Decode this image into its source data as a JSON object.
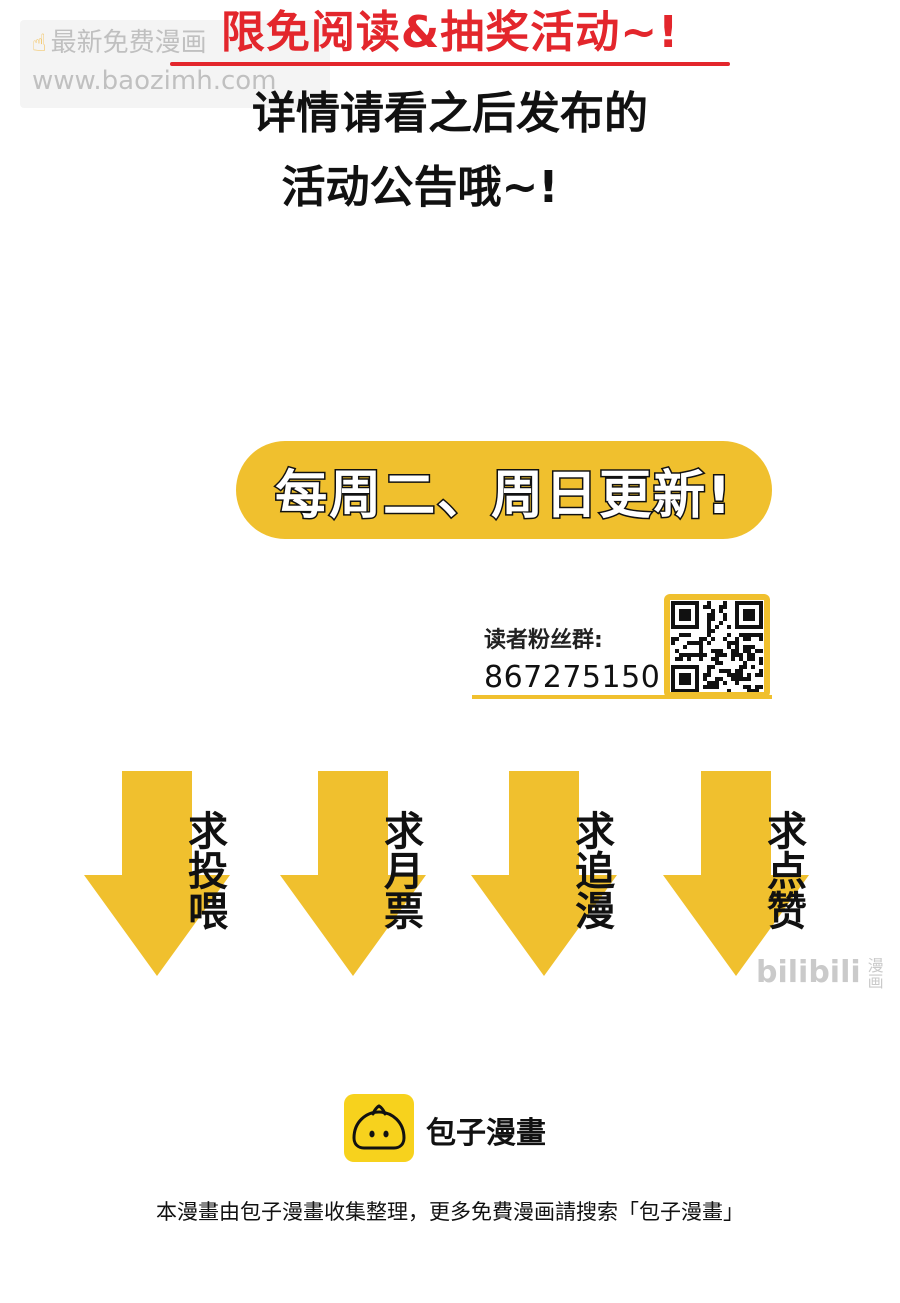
{
  "watermark": {
    "line1": "最新免费漫画",
    "line2": "www.baozimh.com",
    "hand_icon": "pointing-hand-icon"
  },
  "header": {
    "headline": "限免阅读&抽奖活动~!",
    "line1": "详情请看之后发布的",
    "line2": "活动公告哦~!",
    "accent_color": "#e3262c"
  },
  "schedule": {
    "text": "每周二、周日更新!",
    "color": "#f0c02e"
  },
  "fan_group": {
    "label": "读者粉丝群:",
    "number": "867275150",
    "qr_icon": "qr-code-icon"
  },
  "arrows": [
    {
      "text": "求投喂"
    },
    {
      "text": "求月票"
    },
    {
      "text": "求追漫"
    },
    {
      "text": "求点赞"
    }
  ],
  "bilibili": {
    "logo_text": "bilibili",
    "suffix": "漫画"
  },
  "brand": {
    "name": "包子漫畫",
    "icon": "baozi-bun-icon",
    "color": "#f7d21d"
  },
  "footer": {
    "note": "本漫畫由包子漫畫收集整理，更多免費漫画請搜索「包子漫畫」"
  }
}
